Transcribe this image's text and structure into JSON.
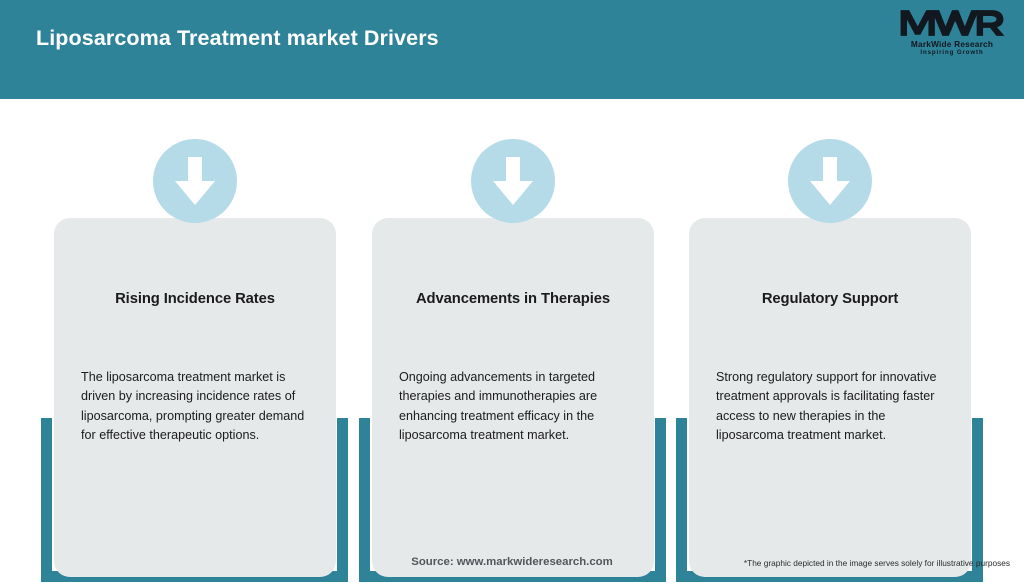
{
  "header": {
    "title": "Liposarcoma Treatment market Drivers",
    "background_color": "#2f8399",
    "title_color": "#ffffff"
  },
  "logo": {
    "mark": "MWR",
    "name": "MarkWide Research",
    "tagline": "Inspiring Growth"
  },
  "cards": [
    {
      "icon": "down-arrow-icon",
      "title": "Rising Incidence Rates",
      "body": "The liposarcoma treatment market is driven by increasing incidence rates of liposarcoma, prompting greater demand for effective therapeutic options."
    },
    {
      "icon": "down-arrow-icon",
      "title": "Advancements in Therapies",
      "body": "Ongoing advancements in targeted therapies and immunotherapies are enhancing treatment efficacy in the liposarcoma treatment market."
    },
    {
      "icon": "down-arrow-icon",
      "title": "Regulatory Support",
      "body": "Strong regulatory support for innovative treatment approvals is facilitating faster access to new therapies in the liposarcoma treatment market."
    }
  ],
  "footer": {
    "source": "Source: www.markwideresearch.com",
    "note": "*The graphic depicted in the image serves solely for illustrative purposes"
  },
  "colors": {
    "teal": "#2f8399",
    "badge_blue": "#b5dbe8",
    "card_grey": "#e6e9ea",
    "page_white": "#ffffff"
  }
}
